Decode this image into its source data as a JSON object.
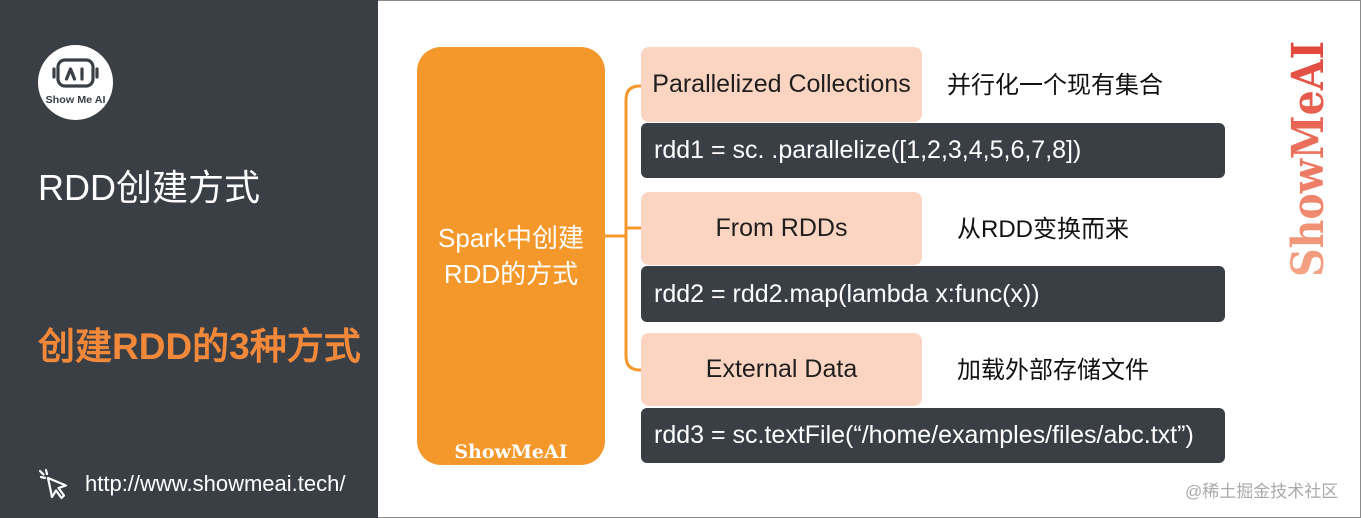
{
  "sidebar": {
    "logo": {
      "icon": "robot-face-icon",
      "text": "Show Me AI"
    },
    "title": "RDD创建方式",
    "subtitle": "创建RDD的3种方式",
    "link": {
      "icon": "cursor-click-icon",
      "url": "http://www.showmeai.tech/"
    }
  },
  "diagram": {
    "root": {
      "lines": [
        "Spark中创建",
        "RDD的方式"
      ],
      "brand": "ShowMeAI"
    },
    "methods": [
      {
        "name": "Parallelized Collections",
        "description": "并行化一个现有集合",
        "code": "rdd1 = sc. .parallelize([1,2,3,4,5,6,7,8])"
      },
      {
        "name": "From RDDs",
        "description": "从RDD变换而来",
        "code": "rdd2 = rdd2.map(lambda x:func(x))"
      },
      {
        "name": "External Data",
        "description": "加载外部存储文件",
        "code": "rdd3 = sc.textFile(“/home/examples/files/abc.txt”)"
      }
    ]
  },
  "watermark": {
    "brand": "ShowMeAI",
    "credit": "@稀土掘金技术社区"
  },
  "colors": {
    "sidebar_bg": "#3a3e45",
    "accent": "#f5982c",
    "subtitle_orange": "#f2883a",
    "peach": "#fbd5c1",
    "code_bg": "#3a3e45",
    "watermark_start": "#f4a585",
    "watermark_end": "#e2443a",
    "credit_gray": "#aaaaaa"
  }
}
